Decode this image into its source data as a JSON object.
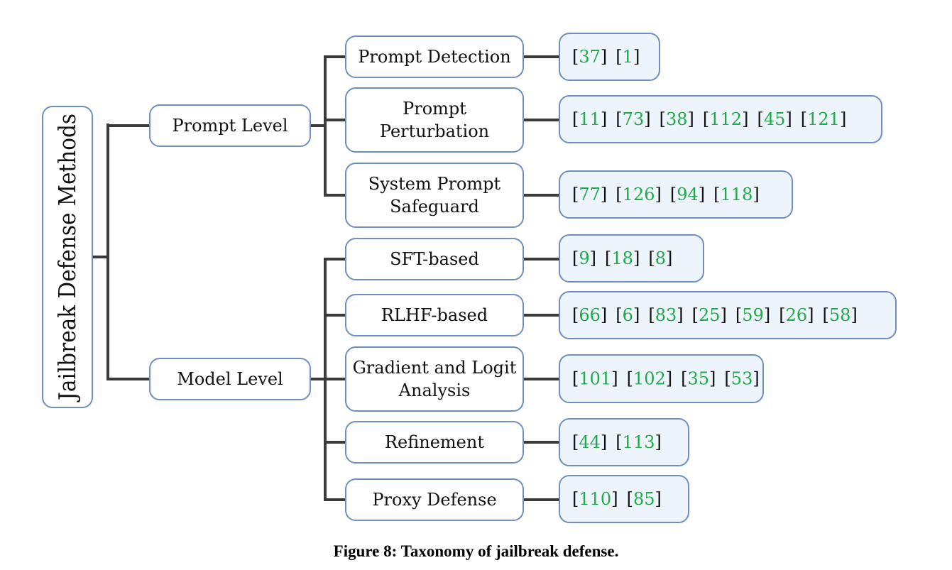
{
  "diagram": {
    "root": {
      "label": "Jailbreak Defense Methods"
    },
    "groups": [
      {
        "label": "Prompt Level",
        "children": [
          {
            "lines": [
              "Prompt Detection"
            ],
            "refs": [
              "37",
              "1"
            ]
          },
          {
            "lines": [
              "Prompt",
              "Perturbation"
            ],
            "refs": [
              "11",
              "73",
              "38",
              "112",
              "45",
              "121"
            ]
          },
          {
            "lines": [
              "System Prompt",
              "Safeguard"
            ],
            "refs": [
              "77",
              "126",
              "94",
              "118"
            ]
          }
        ]
      },
      {
        "label": "Model Level",
        "children": [
          {
            "lines": [
              "SFT-based"
            ],
            "refs": [
              "9",
              "18",
              "8"
            ]
          },
          {
            "lines": [
              "RLHF-based"
            ],
            "refs": [
              "66",
              "6",
              "83",
              "25",
              "59",
              "26",
              "58"
            ]
          },
          {
            "lines": [
              "Gradient and Logit",
              "Analysis"
            ],
            "refs": [
              "101",
              "102",
              "35",
              "53"
            ]
          },
          {
            "lines": [
              "Refinement"
            ],
            "refs": [
              "44",
              "113"
            ]
          },
          {
            "lines": [
              "Proxy Defense"
            ],
            "refs": [
              "110",
              "85"
            ]
          }
        ]
      }
    ]
  },
  "caption": "Figure 8: Taxonomy of jailbreak defense.",
  "colors": {
    "node_border": "#6f8fc0",
    "ref_fill": "#eef4fc",
    "ref_number": "#1faa4a",
    "connector": "#3a3a3a",
    "text": "#111111"
  }
}
